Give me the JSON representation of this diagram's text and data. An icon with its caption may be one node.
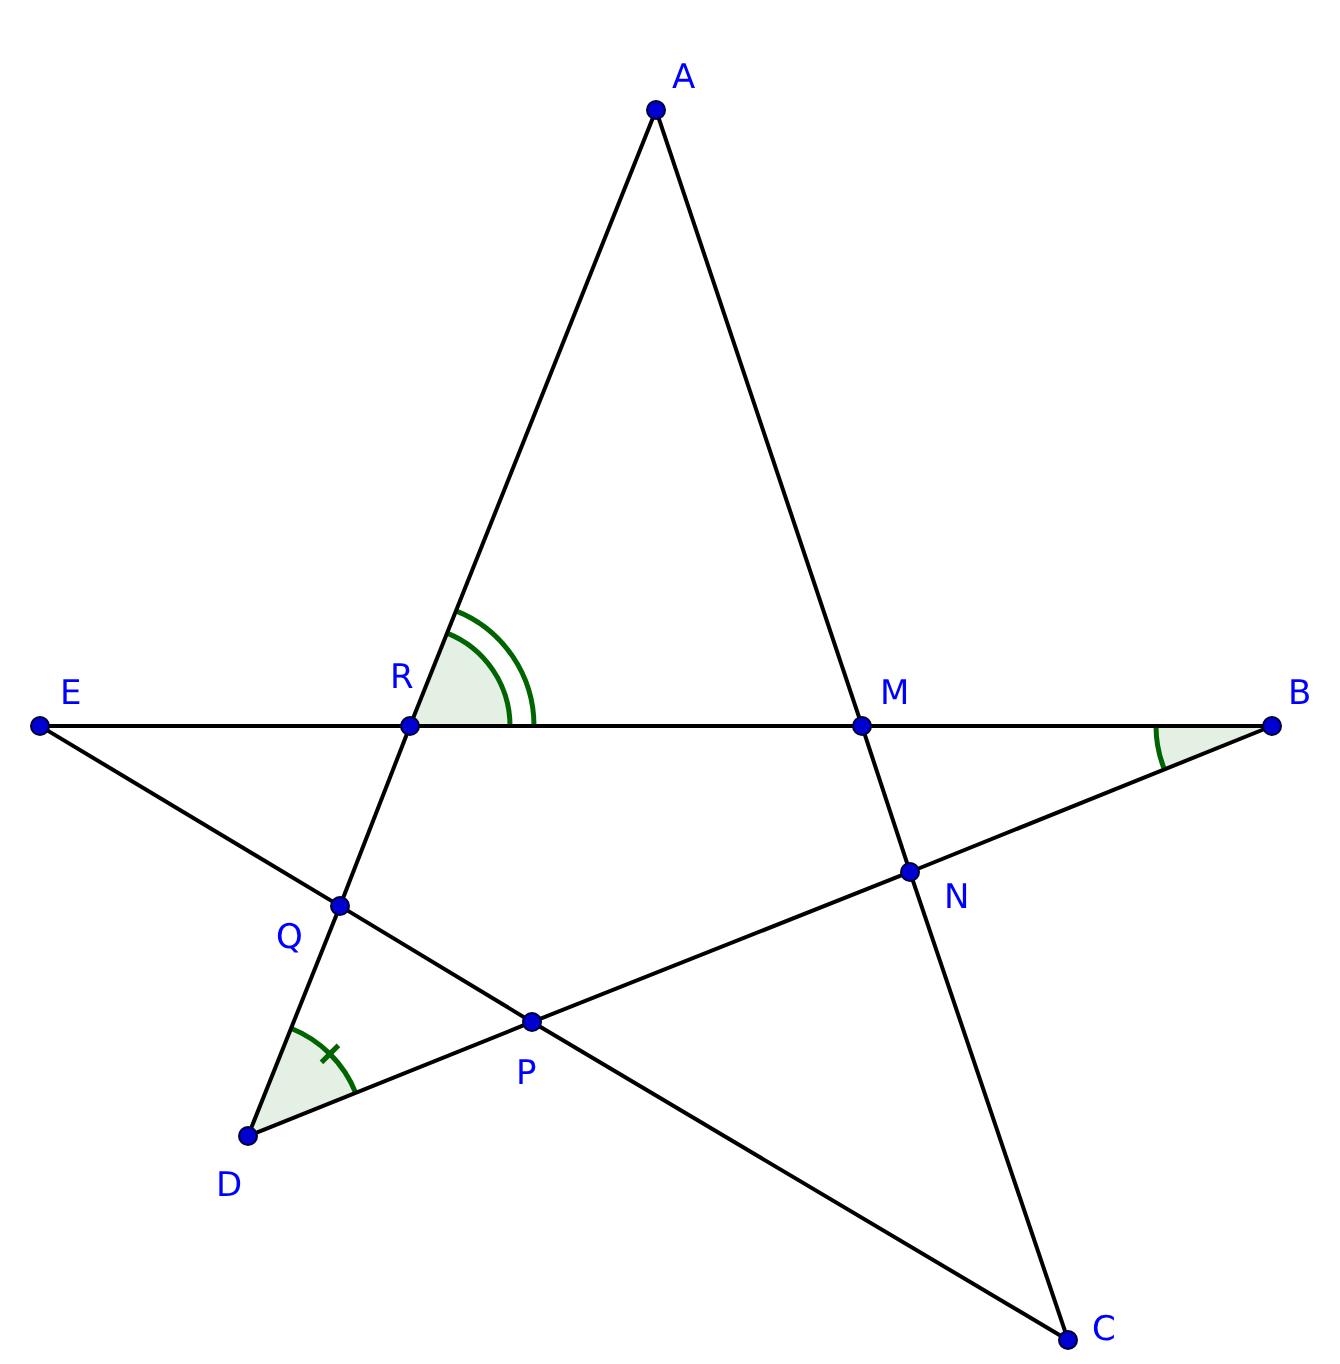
{
  "diagram": {
    "nodes": [
      {
        "text": [
          "A"
        ]
      },
      {
        "text": [
          "B"
        ]
      },
      {
        "text": [
          "C"
        ]
      },
      {
        "text": [
          "D"
        ]
      },
      {
        "text": [
          "E"
        ]
      },
      {
        "text": [
          "M"
        ]
      },
      {
        "text": [
          "N"
        ]
      },
      {
        "text": [
          "P"
        ]
      },
      {
        "text": [
          "Q"
        ]
      },
      {
        "text": [
          "R"
        ]
      }
    ],
    "edges": [
      {
        "from": 0,
        "to": 9,
        "arrow": "none"
      },
      {
        "from": 9,
        "to": 8,
        "arrow": "none"
      },
      {
        "from": 8,
        "to": 3,
        "arrow": "none"
      },
      {
        "from": 0,
        "to": 5,
        "arrow": "none"
      },
      {
        "from": 5,
        "to": 6,
        "arrow": "none"
      },
      {
        "from": 6,
        "to": 2,
        "arrow": "none"
      },
      {
        "from": 4,
        "to": 9,
        "arrow": "none"
      },
      {
        "from": 9,
        "to": 5,
        "arrow": "none"
      },
      {
        "from": 5,
        "to": 1,
        "arrow": "none"
      },
      {
        "from": 4,
        "to": 8,
        "arrow": "none"
      },
      {
        "from": 8,
        "to": 7,
        "arrow": "none"
      },
      {
        "from": 7,
        "to": 2,
        "arrow": "none"
      },
      {
        "from": 3,
        "to": 7,
        "arrow": "none"
      },
      {
        "from": 7,
        "to": 6,
        "arrow": "none"
      },
      {
        "from": 6,
        "to": 1,
        "arrow": "none"
      }
    ]
  }
}
